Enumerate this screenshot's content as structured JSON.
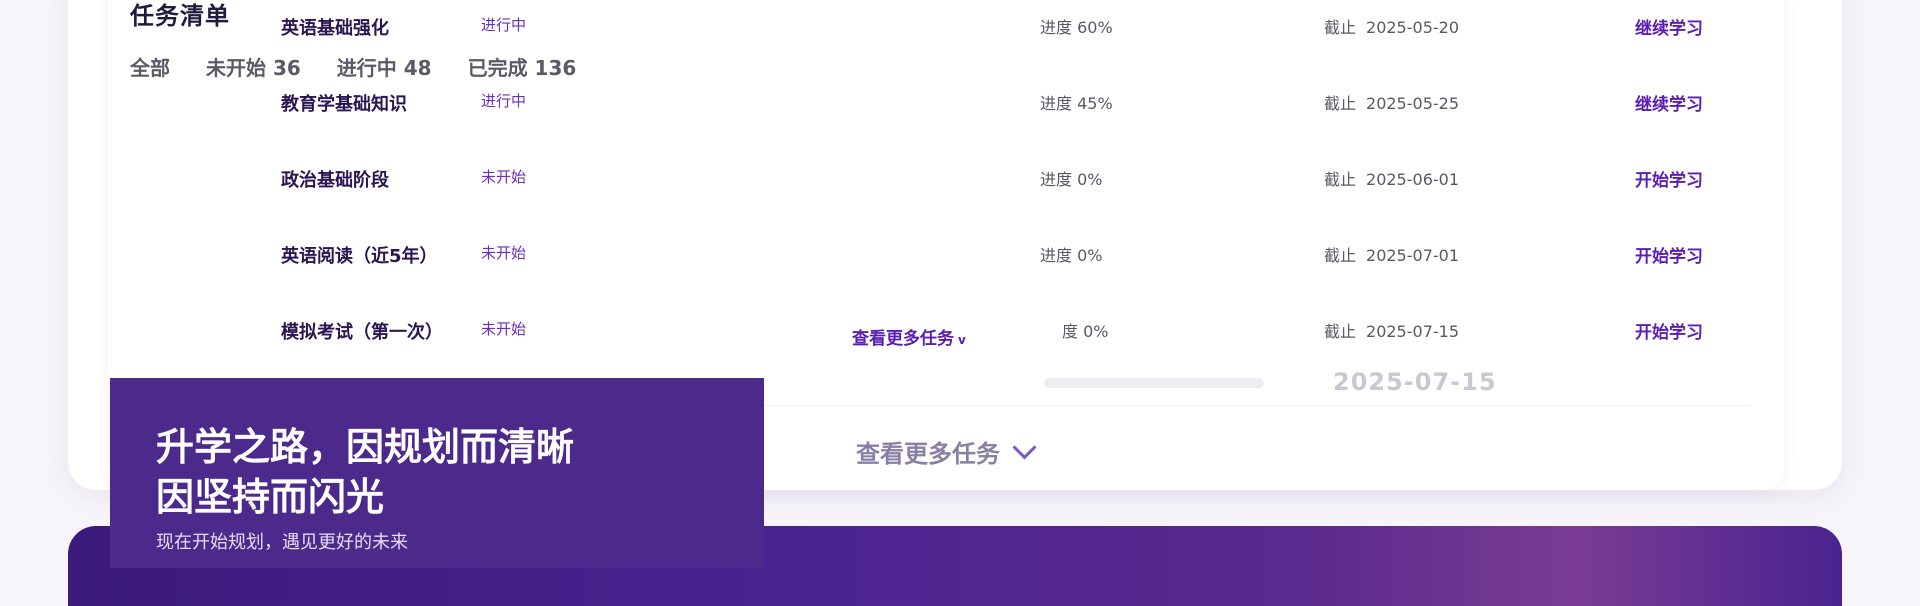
{
  "section_title": "任务清单",
  "filters": [
    {
      "label": "全部"
    },
    {
      "label": "未开始 36"
    },
    {
      "label": "进行中 48"
    },
    {
      "label": "已完成 136"
    }
  ],
  "tasks": [
    {
      "name": "英语基础强化",
      "status": "进行中",
      "progress": "进度 60%",
      "deadline_label": "截止",
      "deadline": "2025-05-20",
      "action": "继续学习"
    },
    {
      "name": "教育学基础知识",
      "status": "进行中",
      "progress": "进度 45%",
      "deadline_label": "截止",
      "deadline": "2025-05-25",
      "action": "继续学习"
    },
    {
      "name": "政治基础阶段",
      "status": "未开始",
      "progress": "进度 0%",
      "deadline_label": "截止",
      "deadline": "2025-06-01",
      "action": "开始学习"
    },
    {
      "name": "英语阅读（近5年）",
      "status": "未开始",
      "progress": "进度 0%",
      "deadline_label": "截止",
      "deadline": "2025-07-01",
      "action": "开始学习"
    },
    {
      "name": "模拟考试（第一次）",
      "status": "未开始",
      "progress": "度 0%",
      "deadline_label": "截止",
      "deadline": "2025-07-15",
      "action": "开始学习"
    }
  ],
  "more_tasks_small": "查看更多任务",
  "ghost_date": "2025-07-15",
  "more_tasks_big": "查看更多任务",
  "hero": {
    "title": "升学之路，因规划而清晰\n因坚持而闪光",
    "subtitle": "现在开始规划，遇见更好的未来"
  }
}
